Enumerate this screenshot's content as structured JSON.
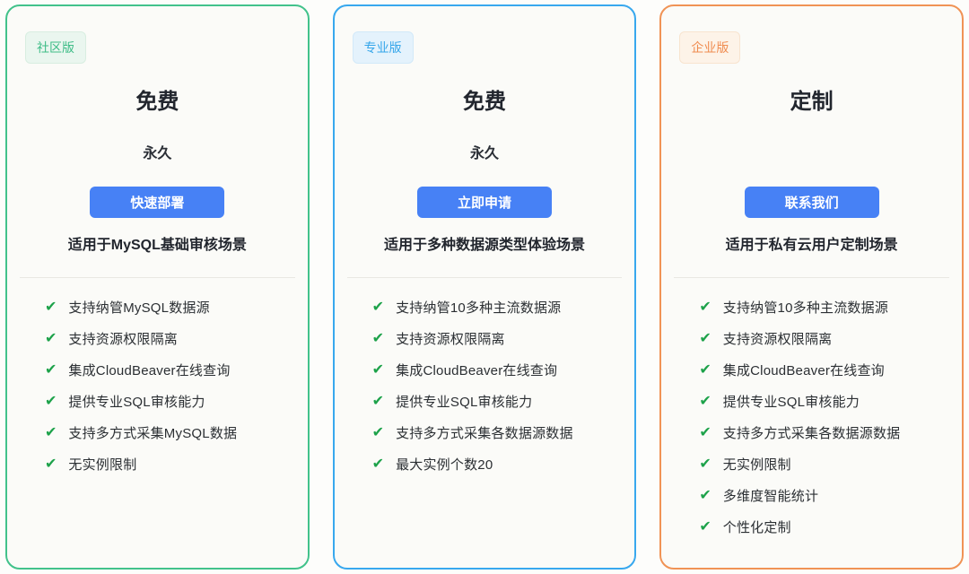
{
  "icons": {
    "check": "✔"
  },
  "button_colors": {
    "background": "#4781f5",
    "text": "#ffffff"
  },
  "check_color": "#1da24a",
  "cards": [
    {
      "badge": "社区版",
      "title": "免费",
      "duration": "永久",
      "button_label": "快速部署",
      "tagline": "适用于MySQL基础审核场景",
      "features": [
        "支持纳管MySQL数据源",
        "支持资源权限隔离",
        "集成CloudBeaver在线查询",
        "提供专业SQL审核能力",
        "支持多方式采集MySQL数据",
        "无实例限制"
      ],
      "colors": {
        "border": "#42c28b",
        "badge_bg": "#eaf6ef",
        "badge_text": "#3dbc86",
        "badge_border": "#d8eee1"
      }
    },
    {
      "badge": "专业版",
      "title": "免费",
      "duration": "永久",
      "button_label": "立即申请",
      "tagline": "适用于多种数据源类型体验场景",
      "features": [
        "支持纳管10多种主流数据源",
        "支持资源权限隔离",
        "集成CloudBeaver在线查询",
        "提供专业SQL审核能力",
        "支持多方式采集各数据源数据",
        "最大实例个数20"
      ],
      "colors": {
        "border": "#38a8ee",
        "badge_bg": "#e4f2fc",
        "badge_text": "#35a6ea",
        "badge_border": "#d2e9f9"
      }
    },
    {
      "badge": "企业版",
      "title": "定制",
      "duration": "",
      "button_label": "联系我们",
      "tagline": "适用于私有云用户定制场景",
      "features": [
        "支持纳管10多种主流数据源",
        "支持资源权限隔离",
        "集成CloudBeaver在线查询",
        "提供专业SQL审核能力",
        "支持多方式采集各数据源数据",
        "无实例限制",
        "多维度智能统计",
        "个性化定制"
      ],
      "colors": {
        "border": "#f09355",
        "badge_bg": "#fdf3e8",
        "badge_text": "#f08c50",
        "badge_border": "#f8e4cf"
      }
    }
  ]
}
